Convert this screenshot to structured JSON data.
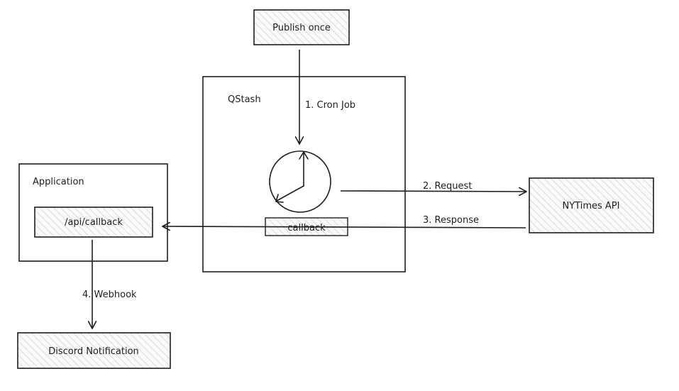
{
  "nodes": {
    "publish": {
      "label": "Publish once"
    },
    "qstash": {
      "label": "QStash"
    },
    "application": {
      "label": "Application"
    },
    "callback_endpoint": {
      "label": "/api/callback"
    },
    "callback_tag": {
      "label": "callback"
    },
    "nytimes": {
      "label": "NYTimes API"
    },
    "discord": {
      "label": "Discord Notification"
    }
  },
  "edges": {
    "cron": {
      "label": "1. Cron Job"
    },
    "request": {
      "label": "2. Request"
    },
    "response": {
      "label": "3. Response"
    },
    "webhook": {
      "label": "4. Webhook"
    }
  },
  "icons": {
    "clock": "clock-icon"
  },
  "colors": {
    "stroke": "#1e1e1e",
    "hatch_fill": "#dcdcdc",
    "background": "#ffffff"
  }
}
